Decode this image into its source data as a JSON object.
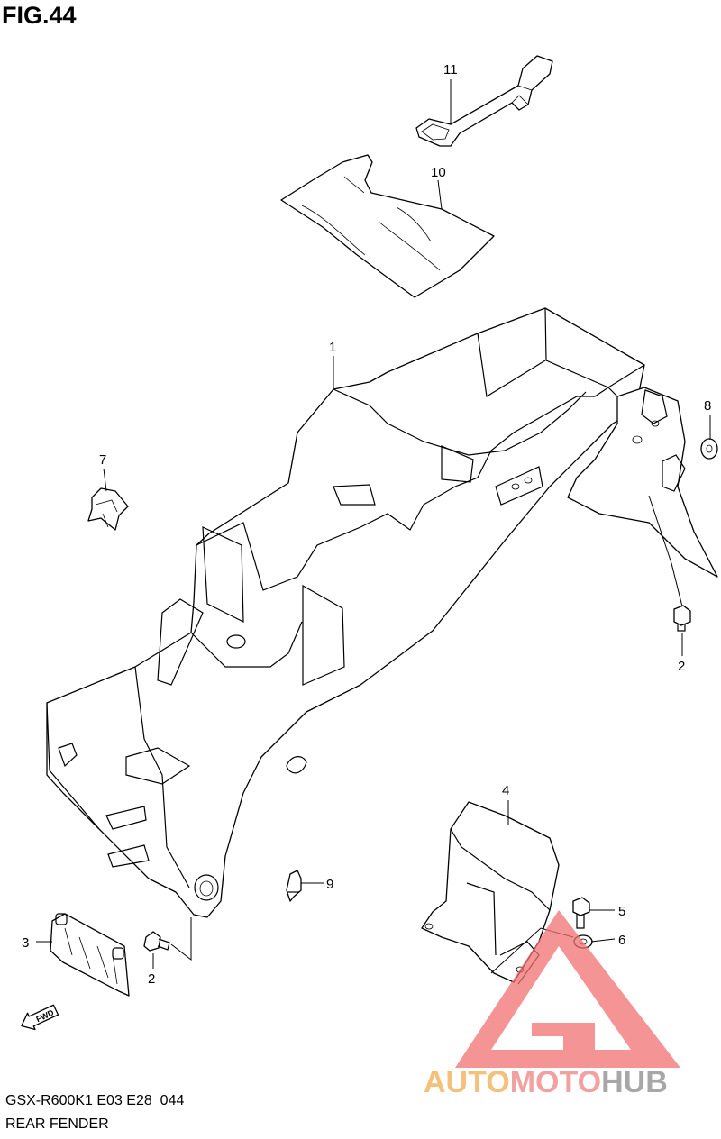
{
  "figure": {
    "title": "FIG.44"
  },
  "footer": {
    "model_code": "GSX-R600K1 E03 E28_044",
    "section_name": "REAR FENDER"
  },
  "callouts": {
    "c1": "1",
    "c2a": "2",
    "c2b": "2",
    "c3": "3",
    "c4": "4",
    "c5": "5",
    "c6": "6",
    "c7": "7",
    "c8": "8",
    "c9": "9",
    "c10": "10",
    "c11": "11"
  },
  "direction_marker": {
    "label": "FWD",
    "icon": "forward-arrow-icon"
  },
  "watermark": {
    "part1": "AUTO",
    "part2": "MOTO",
    "part3": "HUB",
    "colors": {
      "auto": "#f5c07a",
      "moto": "#f2a0a0",
      "hub": "#a7a7a7",
      "triangle": "#f07070"
    }
  }
}
